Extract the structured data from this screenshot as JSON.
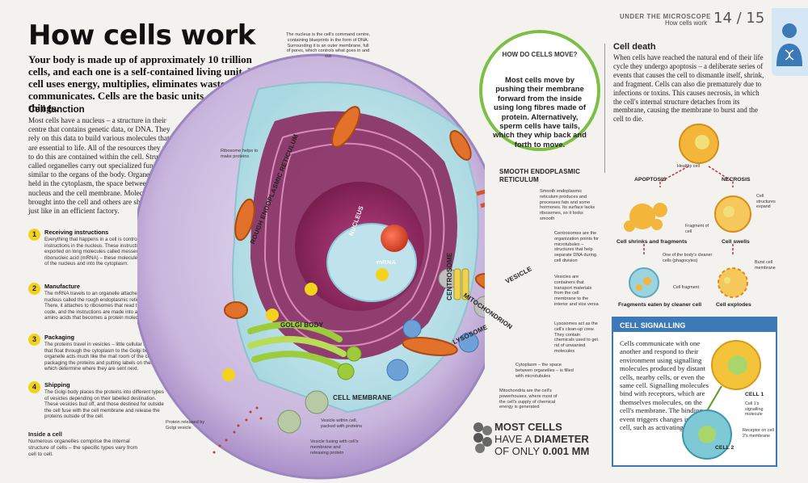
{
  "header": {
    "kicker": "UNDER THE MICROSCOPE",
    "subtitle": "How cells work",
    "page": "14 / 15",
    "icon": "dna-person-icon"
  },
  "title": "How cells work",
  "intro": "Your body is made up of approximately 10 trillion cells, and each one is a self-contained living unit. Each cell uses energy, multiplies, eliminates waste, and communicates. Cells are the basic units of all living things.",
  "cell_function": {
    "heading": "Cell function",
    "text": "Most cells have a nucleus – a structure in their centre that contains genetic data, or DNA. They rely on this data to build various molecules that are essential to life. All of the resources they need to do this are contained within the cell. Structures called organelles carry out specialized functions, similar to the organs of the body. Organelles are held in the cytoplasm, the space between the nucleus and the cell membrane. Molecules are brought into the cell and others are shipped out, just like in an efficient factory."
  },
  "steps": [
    {
      "num": "1",
      "title": "Receiving instructions",
      "text": "Everything that happens in a cell is controlled by instructions in the nucleus. These instructions are exported on long molecules called messenger ribonucleic acid (mRNA) – these molecules travel out of the nucleus and into the cytoplasm."
    },
    {
      "num": "2",
      "title": "Manufacture",
      "text": "The mRNA travels to an organelle attached to the nucleus called the rough endoplasmic reticulum. There, it attaches to ribosomes that read the genetic code, and the instructions are made into a chain of amino acids that becomes a protein molecule."
    },
    {
      "num": "3",
      "title": "Packaging",
      "text": "The proteins travel in vesicles – little cellular bubbles – that float through the cytoplasm to the Golgi body. This organelle acts much like the mail room of the cell – packaging the proteins and putting labels on them, which determine where they are sent next."
    },
    {
      "num": "4",
      "title": "Shipping",
      "text": "The Golgi body places the proteins into different types of vesicles depending on their labelled destination. These vesicles bud off, and those destined for outside the cell fuse with the cell membrane and release the proteins outside of the cell."
    }
  ],
  "inside_cell": {
    "title": "Inside a cell",
    "text": "Numerous organelles comprise the internal structure of cells – the specific types vary from cell to cell."
  },
  "diagram_labels": {
    "nucleus_note": "The nucleus is the cell's command centre, containing blueprints in the form of DNA. Surrounding it is an outer membrane, full of pores, which controls what goes in and out",
    "ribosome_note": "Ribosome helps to make proteins",
    "rer": "ROUGH ENDOPLASMIC RETICULUM",
    "nucleus": "NUCLEUS",
    "mrna": "mRNA",
    "golgi": "GOLGI BODY",
    "cell_membrane": "CELL MEMBRANE",
    "centrosome": "CENTROSOME",
    "vesicle": "VESICLE",
    "mitochondrion": "MITOCHONDRION",
    "lysosome": "LYSOSOME",
    "ser_title": "SMOOTH ENDOPLASMIC RETICULUM",
    "ser_note": "Smooth endoplasmic reticulum produces and processes fats and some hormones. Its surface lacks ribosomes, so it looks smooth",
    "centrosome_note": "Centrosomes are the organization points for microtubules – structures that help separate DNA during cell division",
    "vesicle_note": "Vesicles are containers that transport materials from the cell membrane to the interior and vice versa",
    "lysosome_note": "Lysosomes act as the cell's clean-up crew. They contain chemicals used to get rid of unwanted molecules",
    "cytoplasm_note": "Cytoplasm – the space between organelles – is filled with microtubules",
    "mito_note": "Mitochondria are the cell's powerhouses, where most of the cell's supply of chemical energy is generated",
    "protein_released": "Protein released by Golgi vesicle",
    "vesicle_within": "Vesicle within cell, packed with proteins",
    "vesicle_fusing": "Vesicle fusing with cell's membrane and releasing protein"
  },
  "bubble": {
    "question": "HOW DO CELLS MOVE?",
    "answer": "Most cells move by pushing their membrane forward from the inside using long fibres made of protein. Alternatively, sperm cells have tails, which they whip back and forth to move."
  },
  "cell_death": {
    "heading": "Cell death",
    "text": "When cells have reached the natural end of their life cycle they undergo apoptosis – a deliberate series of events that causes the cell to dismantle itself, shrink, and fragment. Cells can also die prematurely due to infections or toxins. This causes necrosis, in which the cell's internal structure detaches from its membrane, causing the membrane to burst and the cell to die.",
    "healthy": "Healthy cell",
    "apoptosis": "APOPTOSIS",
    "necrosis": "NECROSIS",
    "fragment_of_cell": "Fragment of cell",
    "structures_expand": "Cell structures expand",
    "shrinks": "Cell shrinks and fragments",
    "swells": "Cell swells",
    "cleaner_note": "One of the body's cleaner cells (phagocytes)",
    "burst_membrane": "Burst cell membrane",
    "cell_fragment": "Cell fragment",
    "eaten": "Fragments eaten by cleaner cell",
    "explodes": "Cell explodes"
  },
  "signalling": {
    "heading": "CELL SIGNALLING",
    "text": "Cells communicate with one another and respond to their environment using signalling molecules produced by distant cells, nearby cells, or even the same cell. Signalling molecules bind with receptors, which are themselves molecules, on the cell's membrane. The binding event triggers changes in the cell, such as activating a gene.",
    "cell1": "CELL 1",
    "cell2": "CELL 2",
    "signal_label": "Cell 1's signalling molecule",
    "receptor_label": "Receptor on cell 2's membrane"
  },
  "most_cells": {
    "line1": "MOST CELLS",
    "line2a": "HAVE A ",
    "line2b": "DIAMETER",
    "line3a": "OF ONLY ",
    "line3b": "0.001 MM"
  },
  "colors": {
    "cytoplasm": "#c9b6dd",
    "nucleus": "#8e2a5e",
    "mitochondrion": "#e2712a",
    "golgi": "#9ccc3c",
    "bubble_border": "#7cbf44",
    "signal_blue": "#3b79b7",
    "step_yellow": "#f3d21c"
  }
}
